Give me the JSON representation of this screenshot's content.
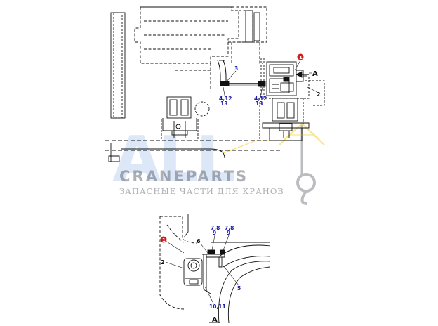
{
  "watermark": {
    "logo_text": "ALL",
    "brand": "CRANEPARTS",
    "tagline": "ЗАПАСНЫЕ ЧАСТИ ДЛЯ КРАНОВ",
    "brand_color": "#2c6fd0",
    "accent_color": "#f2c200"
  },
  "main_view": {
    "callouts": {
      "part_3": "3",
      "part_4_12_left": "4,12",
      "part_13_left": "13",
      "part_4_12_right": "4,12",
      "part_13_right": "13",
      "part_2": "2",
      "part_1_badge": "1",
      "view_a_arrow_label": "A"
    }
  },
  "detail_view": {
    "title": "A",
    "callouts": {
      "part_1_badge": "1",
      "part_2": "2",
      "part_6": "6",
      "part_7_8_left": "7,8",
      "part_9_left": "9",
      "part_7_8_right": "7,8",
      "part_9_right": "9",
      "part_5": "5",
      "part_10_11": "10,11"
    }
  },
  "colors": {
    "line": "#111111",
    "callout_text": "#1a1aa8",
    "badge": "#d81818"
  }
}
